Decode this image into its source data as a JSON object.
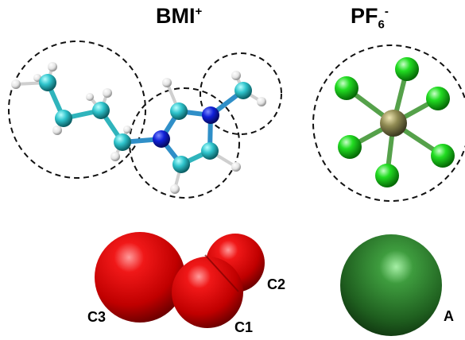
{
  "titles": {
    "cation": {
      "base": "BMI",
      "sup": "+"
    },
    "anion": {
      "base": "PF",
      "sub": "6",
      "sup": "-"
    }
  },
  "labels": {
    "c3": "C3",
    "c2": "C2",
    "c1": "C1",
    "a": "A"
  },
  "colors": {
    "carbon": "#2fc4cc",
    "hydrogen": "#f2f2f2",
    "nitrogen": "#1020d8",
    "phosphorus": "#8f8a52",
    "fluorine": "#22dd22",
    "cg_cation": "#dd0c0c",
    "cg_anion": "#2a7a2a",
    "dashed_circle": "#111111"
  }
}
